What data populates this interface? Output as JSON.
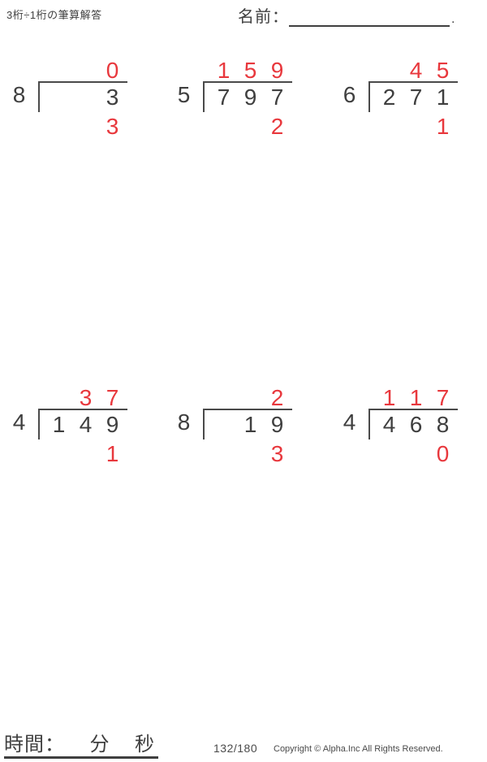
{
  "header": {
    "title": "3桁÷1桁の筆算解答",
    "name_label": "名前：",
    "name_line_period": "."
  },
  "problems": [
    {
      "divisor": "8",
      "quotient": [
        "",
        "",
        "0"
      ],
      "dividend": [
        "",
        "",
        "3"
      ],
      "remainder": [
        "",
        "",
        "3"
      ]
    },
    {
      "divisor": "5",
      "quotient": [
        "1",
        "5",
        "9"
      ],
      "dividend": [
        "7",
        "9",
        "7"
      ],
      "remainder": [
        "",
        "",
        "2"
      ]
    },
    {
      "divisor": "6",
      "quotient": [
        "",
        "4",
        "5"
      ],
      "dividend": [
        "2",
        "7",
        "1"
      ],
      "remainder": [
        "",
        "",
        "1"
      ]
    },
    {
      "divisor": "4",
      "quotient": [
        "",
        "3",
        "7"
      ],
      "dividend": [
        "1",
        "4",
        "9"
      ],
      "remainder": [
        "",
        "",
        "1"
      ]
    },
    {
      "divisor": "8",
      "quotient": [
        "",
        "",
        "2"
      ],
      "dividend": [
        "",
        "1",
        "9"
      ],
      "remainder": [
        "",
        "",
        "3"
      ]
    },
    {
      "divisor": "4",
      "quotient": [
        "1",
        "1",
        "7"
      ],
      "dividend": [
        "4",
        "6",
        "8"
      ],
      "remainder": [
        "",
        "",
        "0"
      ]
    }
  ],
  "footer": {
    "time_label": "時間：",
    "minutes_label": "分",
    "seconds_label": "秒",
    "page_number": "132/180",
    "copyright": "Copyright © Alpha.Inc All Rights Reserved."
  },
  "colors": {
    "answer_red": "#e8383d",
    "ink_black": "#3f3f3f",
    "line_gray": "#4a4a4a"
  }
}
